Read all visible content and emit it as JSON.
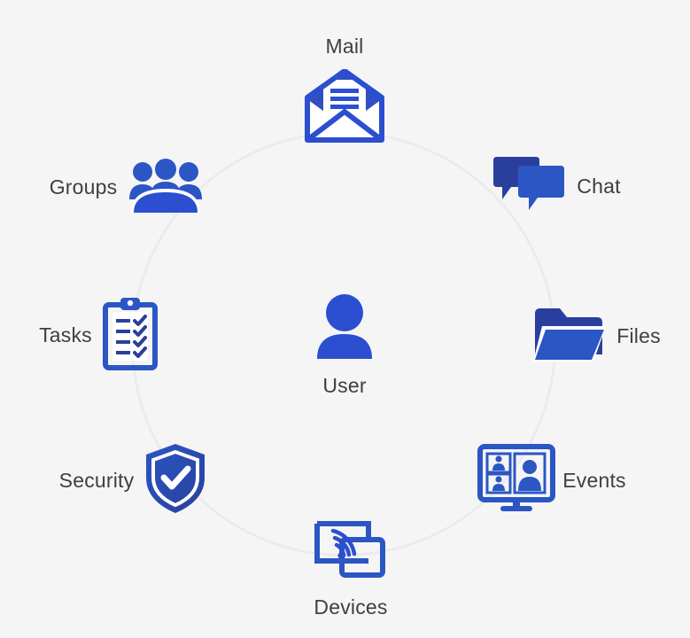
{
  "diagram": {
    "title": "User-centric services circle diagram",
    "background_color": "#f5f5f5",
    "ring_color": "#e9ecef",
    "label_color": "#3c4043",
    "icon_color": "#2b56c4",
    "icon_color_dark": "#2a3f9d",
    "center": {
      "label": "User",
      "icon": "user-icon"
    },
    "nodes": [
      {
        "label": "Mail",
        "icon": "mail-icon",
        "position": "top"
      },
      {
        "label": "Chat",
        "icon": "chat-icon",
        "position": "top-right"
      },
      {
        "label": "Files",
        "icon": "files-icon",
        "position": "right"
      },
      {
        "label": "Events",
        "icon": "events-icon",
        "position": "bottom-right"
      },
      {
        "label": "Devices",
        "icon": "devices-icon",
        "position": "bottom"
      },
      {
        "label": "Security",
        "icon": "security-icon",
        "position": "bottom-left"
      },
      {
        "label": "Tasks",
        "icon": "tasks-icon",
        "position": "left"
      },
      {
        "label": "Groups",
        "icon": "groups-icon",
        "position": "top-left"
      }
    ]
  }
}
